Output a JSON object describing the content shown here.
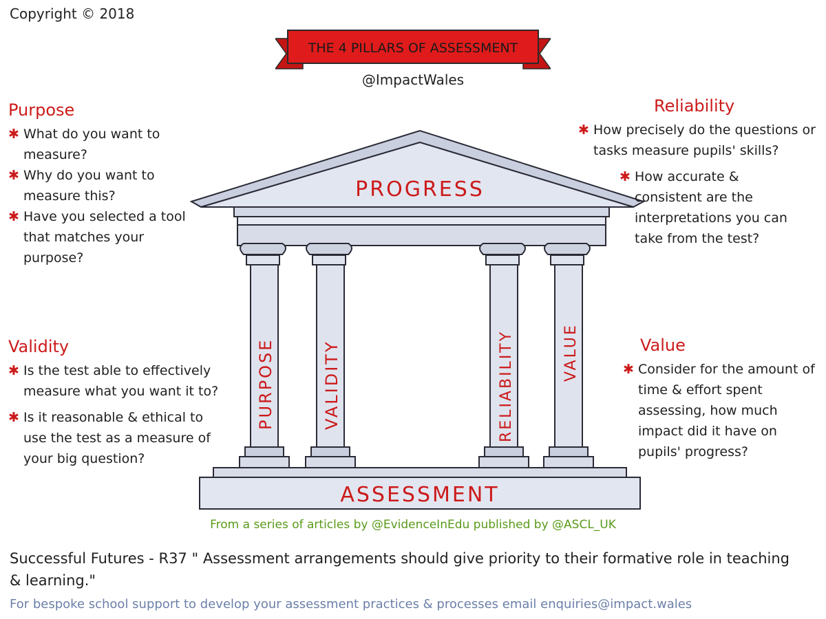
{
  "copyright": "Copyright © 2018",
  "banner": {
    "title": "THE 4 PILLARS OF ASSESSMENT",
    "color": "#e01b1b"
  },
  "handle": "@ImpactWales",
  "temple": {
    "roof_label": "PROGRESS",
    "base_label": "ASSESSMENT",
    "pillars": [
      {
        "label": "PURPOSE"
      },
      {
        "label": "VALIDITY"
      },
      {
        "label": "RELIABILITY"
      },
      {
        "label": "VALUE"
      }
    ],
    "stone_color": "#dfe3ee",
    "outline_color": "#2a2a35"
  },
  "sections": {
    "purpose": {
      "heading": "Purpose",
      "items": [
        "What do you want to measure?",
        "Why do you want to measure this?",
        "Have you selected a tool that matches your purpose?"
      ]
    },
    "validity": {
      "heading": "Validity",
      "items": [
        "Is the test able to effectively measure what you want it to?",
        "Is it reasonable & ethical to use the test as a measure of your big question?"
      ]
    },
    "reliability": {
      "heading": "Reliability",
      "items": [
        "How precisely do the questions or tasks measure pupils' skills?",
        "How accurate & consistent are the interpretations you can take from the test?"
      ]
    },
    "value": {
      "heading": "Value",
      "items": [
        "Consider for the amount of time & effort spent assessing, how much impact did it have on pupils' progress?"
      ]
    }
  },
  "source_text": "From a series of articles by @EvidenceInEdu published by @ASCL_UK",
  "quote_text": "Successful Futures - R37 \" Assessment arrangements should give priority to their formative role in teaching & learning.\"",
  "support_text": "For bespoke school support to develop your assessment practices & processes email enquiries@impact.wales",
  "colors": {
    "accent_red": "#cc1a1a",
    "source_green": "#5a9a1a",
    "support_blue": "#6b7fa8"
  }
}
